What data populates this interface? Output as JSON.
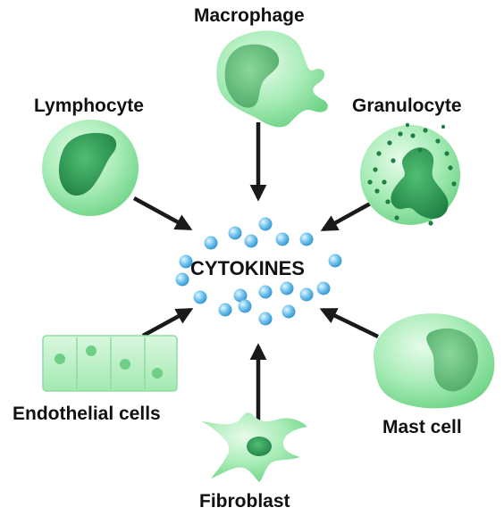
{
  "diagram": {
    "center_label": "CYTOKINES",
    "cells": [
      {
        "id": "macrophage",
        "label": "Macrophage"
      },
      {
        "id": "lymphocyte",
        "label": "Lymphocyte"
      },
      {
        "id": "granulocyte",
        "label": "Granulocyte"
      },
      {
        "id": "endothelial",
        "label": "Endothelial cells"
      },
      {
        "id": "mast",
        "label": "Mast cell"
      },
      {
        "id": "fibroblast",
        "label": "Fibroblast"
      }
    ],
    "colors": {
      "cell_fill_light": "#b8f0c4",
      "cell_fill_mid": "#7fdc94",
      "nucleus_dark": "#2f9e55",
      "arrow": "#1a1a1a",
      "cytokine_dot": "#5ab8e8"
    }
  }
}
